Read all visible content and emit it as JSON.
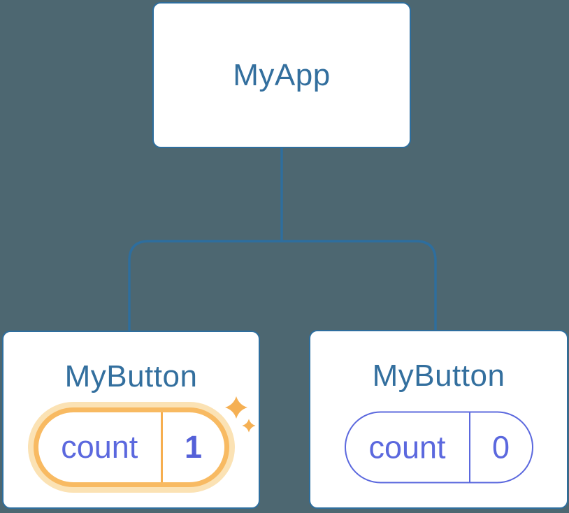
{
  "diagram": {
    "type": "react-component-tree",
    "colors": {
      "background": "#4D6771",
      "connector_line": "#2E6E9E",
      "card_border": "#2E6E9E",
      "card_background": "#FFFFFF",
      "node_title_text": "#336F9E",
      "state_text": "#5B68DE",
      "state_value_updated_text": "#5460D8",
      "highlight_ring": "#F8BA62",
      "highlight_halo": "#FBE2B4",
      "sparkle": "#F5B054"
    },
    "icons": {
      "sparkles": "two four-point sparkle stars marking updated state"
    }
  },
  "tree": {
    "root": {
      "label": "MyApp"
    },
    "children": [
      {
        "label": "MyButton",
        "state": {
          "name": "count",
          "value": "1"
        },
        "highlighted": true
      },
      {
        "label": "MyButton",
        "state": {
          "name": "count",
          "value": "0"
        },
        "highlighted": false
      }
    ]
  }
}
